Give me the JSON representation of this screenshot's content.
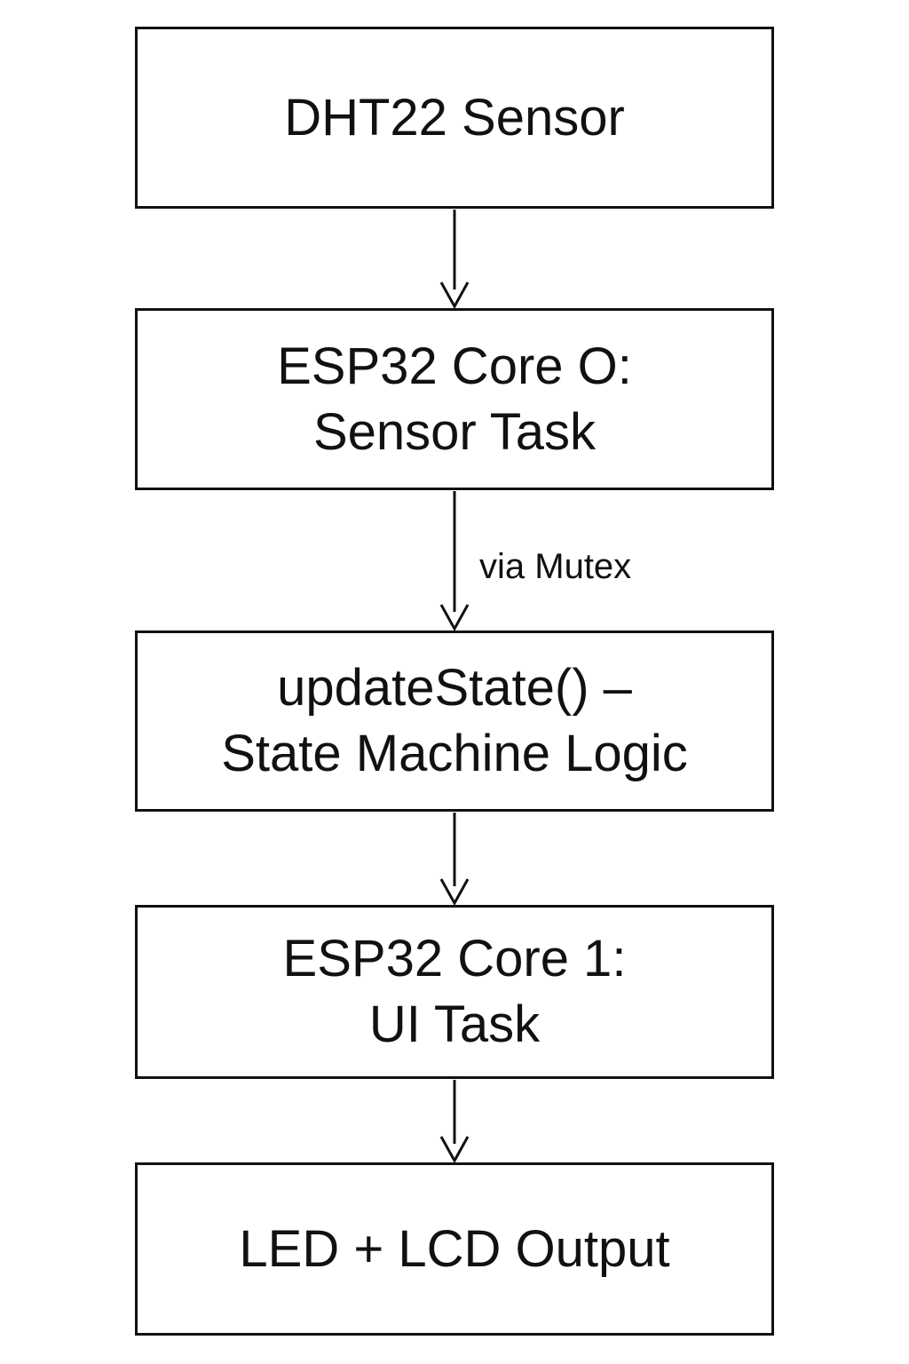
{
  "diagram": {
    "nodes": [
      {
        "id": "sensor",
        "lines": [
          "DHT22 Sensor"
        ]
      },
      {
        "id": "core0",
        "lines": [
          "ESP32 Core O:",
          "Sensor Task"
        ]
      },
      {
        "id": "state",
        "lines": [
          "updateState() –",
          "State Machine Logic"
        ]
      },
      {
        "id": "core1",
        "lines": [
          "ESP32 Core 1:",
          "UI Task"
        ]
      },
      {
        "id": "output",
        "lines": [
          "LED + LCD Output"
        ]
      }
    ],
    "edges": [
      {
        "from": "sensor",
        "to": "core0",
        "label": ""
      },
      {
        "from": "core0",
        "to": "state",
        "label": "via Mutex"
      },
      {
        "from": "state",
        "to": "core1",
        "label": ""
      },
      {
        "from": "core1",
        "to": "output",
        "label": ""
      }
    ],
    "colors": {
      "stroke": "#111111",
      "background": "#ffffff"
    }
  }
}
